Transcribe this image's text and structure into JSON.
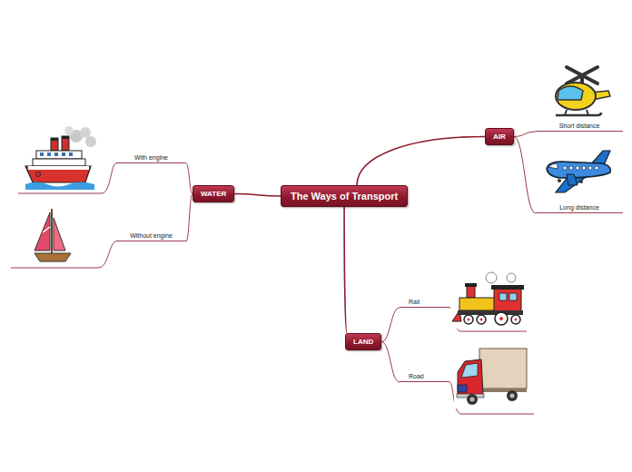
{
  "diagram": {
    "nodes": [
      {
        "text": [
          "The Ways of Transport"
        ]
      },
      {
        "text": [
          "AIR"
        ]
      },
      {
        "text": [
          "Short distance"
        ]
      },
      {
        "text": [
          "Long distance"
        ]
      },
      {
        "text": [
          "WATER"
        ]
      },
      {
        "text": [
          "With engine"
        ]
      },
      {
        "text": [
          "Without engine"
        ]
      },
      {
        "text": [
          "LAND"
        ]
      },
      {
        "text": [
          "Rail"
        ]
      },
      {
        "text": [
          "Road"
        ]
      }
    ],
    "edges": [
      {
        "from": 0,
        "to": 1,
        "arrow": "none"
      },
      {
        "from": 1,
        "to": 2,
        "arrow": "none"
      },
      {
        "from": 1,
        "to": 3,
        "arrow": "none"
      },
      {
        "from": 0,
        "to": 4,
        "arrow": "none"
      },
      {
        "from": 4,
        "to": 5,
        "arrow": "none"
      },
      {
        "from": 4,
        "to": 6,
        "arrow": "none"
      },
      {
        "from": 0,
        "to": 7,
        "arrow": "none"
      },
      {
        "from": 7,
        "to": 8,
        "arrow": "none"
      },
      {
        "from": 7,
        "to": 9,
        "arrow": "none"
      }
    ]
  }
}
